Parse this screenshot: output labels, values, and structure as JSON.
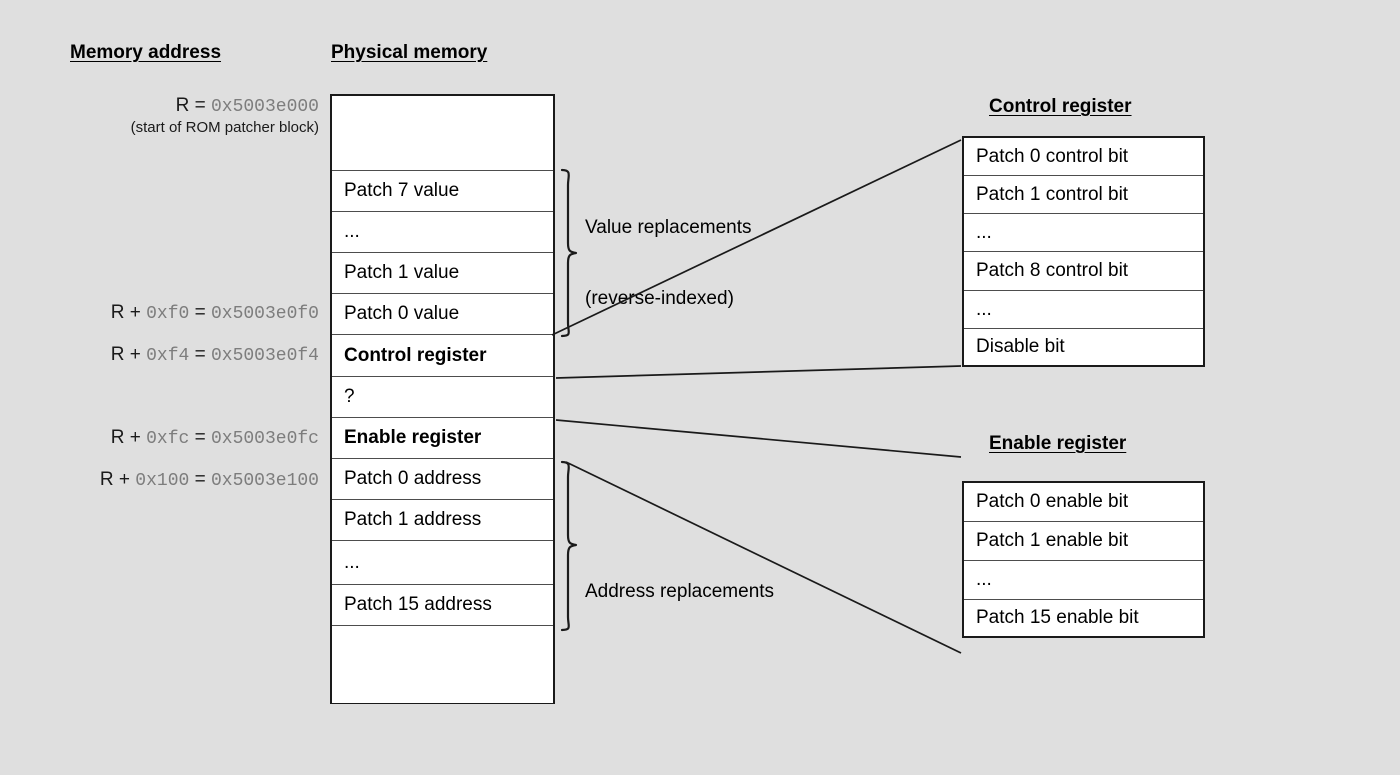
{
  "headers": {
    "memory_address": "Memory address",
    "physical_memory": "Physical memory",
    "control_register": "Control register",
    "enable_register": "Enable register"
  },
  "address_labels": [
    {
      "prefix": "R = ",
      "value": "0x5003e000",
      "sub": "(start of ROM patcher block)"
    },
    {
      "prefix": "R + ",
      "offset": "0xf0",
      "eq": " = ",
      "value": "0x5003e0f0",
      "sub": ""
    },
    {
      "prefix": "R + ",
      "offset": "0xf4",
      "eq": " = ",
      "value": "0x5003e0f4",
      "sub": ""
    },
    {
      "prefix": "R + ",
      "offset": "0xfc",
      "eq": " = ",
      "value": "0x5003e0fc",
      "sub": ""
    },
    {
      "prefix": "R + ",
      "offset": "0x100",
      "eq": " = ",
      "value": "0x5003e100",
      "sub": ""
    }
  ],
  "physical_memory_rows": [
    {
      "label": "",
      "bold": false
    },
    {
      "label": "Patch 7 value",
      "bold": false
    },
    {
      "label": "...",
      "bold": false
    },
    {
      "label": "Patch 1 value",
      "bold": false
    },
    {
      "label": "Patch 0 value",
      "bold": false
    },
    {
      "label": "Control register",
      "bold": true
    },
    {
      "label": "?",
      "bold": false
    },
    {
      "label": "Enable register",
      "bold": true
    },
    {
      "label": "Patch 0 address",
      "bold": false
    },
    {
      "label": "Patch 1 address",
      "bold": false
    },
    {
      "label": "...",
      "bold": false
    },
    {
      "label": "Patch 15 address",
      "bold": false
    },
    {
      "label": "",
      "bold": false
    }
  ],
  "control_register_rows": [
    {
      "label": "Patch 0 control bit"
    },
    {
      "label": "Patch 1 control bit"
    },
    {
      "label": "..."
    },
    {
      "label": "Patch 8 control bit"
    },
    {
      "label": "..."
    },
    {
      "label": "Disable bit"
    }
  ],
  "enable_register_rows": [
    {
      "label": "Patch 0 enable bit"
    },
    {
      "label": "Patch 1 enable bit"
    },
    {
      "label": "..."
    },
    {
      "label": "Patch 15 enable bit"
    }
  ],
  "annotations": {
    "value_replacements_line1": "Value replacements",
    "value_replacements_line2": "(reverse-indexed)",
    "address_replacements": "Address replacements"
  },
  "colors": {
    "background": "#dfdfdf",
    "box_fill": "#ffffff",
    "box_border": "#1a1a1a",
    "row_divider": "#4d4d4d",
    "hex_text": "#7d7d7d",
    "text": "#000000"
  }
}
